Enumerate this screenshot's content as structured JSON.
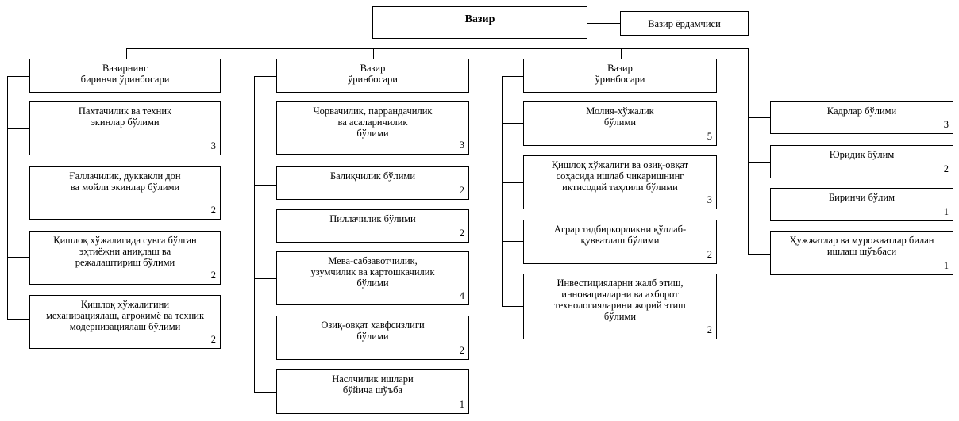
{
  "minister": "Вазир",
  "assistant": "Вазир ёрдамчиси",
  "columns": [
    {
      "head": "Вазирнинг\nбиринчи ўринбосари",
      "items": [
        {
          "label": "Пахтачилик ва техник\nэкинлар бўлими",
          "count": "3"
        },
        {
          "label": "Ғаллачилик, дуккакли дон\nва мойли экинлар бўлими",
          "count": "2"
        },
        {
          "label": "Қишлоқ хўжалигида сувга бўлган\nэҳтиёжни аниқлаш ва\nрежалаштириш бўлими",
          "count": "2"
        },
        {
          "label": "Қишлоқ хўжалигини\nмеханизациялаш, агрокимё ва техник\nмодернизациялаш бўлими",
          "count": "2"
        }
      ]
    },
    {
      "head": "Вазир\nўринбосари",
      "items": [
        {
          "label": "Чорвачилик, паррандачилик\nва асаларичилик\nбўлими",
          "count": "3"
        },
        {
          "label": "Балиқчилик бўлими",
          "count": "2"
        },
        {
          "label": "Пиллачилик бўлими",
          "count": "2"
        },
        {
          "label": "Мева-сабзавотчилик,\nузумчилик ва картошкачилик\nбўлими",
          "count": "4"
        },
        {
          "label": "Озиқ-овқат хавфсизлиги\nбўлими",
          "count": "2"
        },
        {
          "label": "Наслчилик ишлари\nбўйича шўъба",
          "count": "1"
        }
      ]
    },
    {
      "head": "Вазир\nўринбосари",
      "items": [
        {
          "label": "Молия-хўжалик\nбўлими",
          "count": "5"
        },
        {
          "label": "Қишлоқ хўжалиги ва озиқ-овқат\nсоҳасида ишлаб чиқаришнинг\nиқтисодий таҳлили бўлими",
          "count": "3"
        },
        {
          "label": "Аграр тадбиркорликни қўллаб-\nқувватлаш бўлими",
          "count": "2"
        },
        {
          "label": "Инвестицияларни жалб этиш,\nинновацияларни ва ахборот\nтехнологияларини жорий этиш\nбўлими",
          "count": "2"
        }
      ]
    },
    {
      "head": "",
      "items": [
        {
          "label": "Кадрлар бўлими",
          "count": "3"
        },
        {
          "label": "Юридик бўлим",
          "count": "2"
        },
        {
          "label": "Биринчи бўлим",
          "count": "1"
        },
        {
          "label": "Ҳужжатлар ва мурожаатлар билан\nишлаш шўъбаси",
          "count": "1"
        }
      ]
    }
  ]
}
